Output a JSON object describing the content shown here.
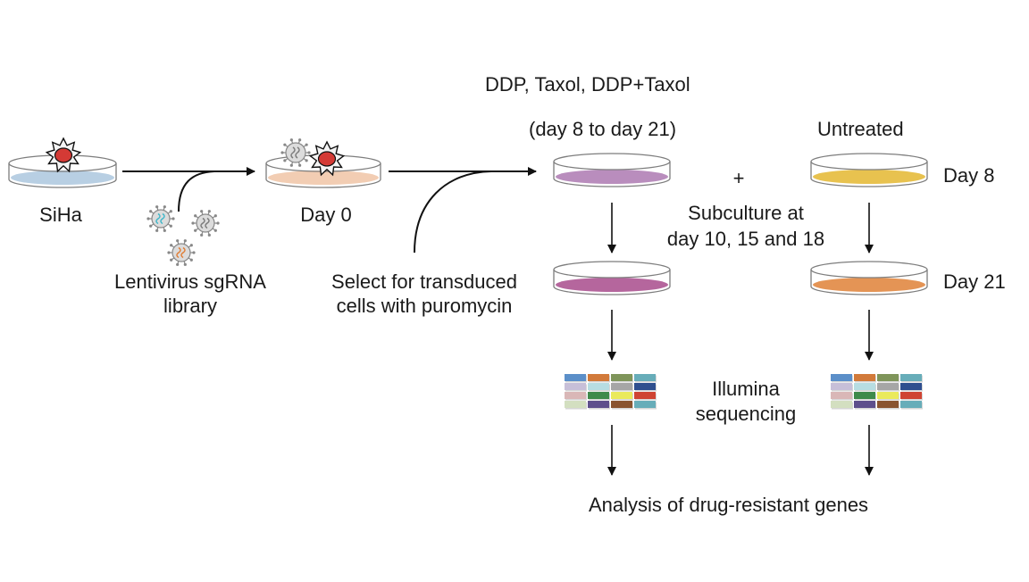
{
  "labels": {
    "siha": "SiHa",
    "lentivirus_line1": "Lentivirus sgRNA",
    "lentivirus_line2": "library",
    "day0": "Day 0",
    "select_line1": "Select for transduced",
    "select_line2": "cells with puromycin",
    "treatment": "DDP, Taxol, DDP+Taxol",
    "treatment_period": "(day 8 to day 21)",
    "untreated": "Untreated",
    "plus": "+",
    "subculture_line1": "Subculture at",
    "subculture_line2": "day 10, 15 and 18",
    "day8": "Day 8",
    "day21": "Day 21",
    "illumina_line1": "Illumina",
    "illumina_line2": "sequencing",
    "analysis": "Analysis of drug-resistant genes"
  },
  "colors": {
    "siha_medium": "#b8cfe3",
    "day0_medium": "#f2cdb3",
    "treated_day8_medium": "#b98dbd",
    "treated_day21_medium": "#b5669d",
    "untreated_day8_medium": "#e8c24f",
    "untreated_day21_medium": "#e49455",
    "cell_nucleus": "#d43a35",
    "virus_rna": [
      "#3fb7c9",
      "#7a7a7a",
      "#e07e36"
    ],
    "seq_grid": [
      [
        "#5b8fc9",
        "#d27a3a",
        "#7f955a",
        "#67adb9"
      ],
      [
        "#c7bfd8",
        "#b7dde2",
        "#a6a6a6",
        "#2f4f8f"
      ],
      [
        "#d9b7b7",
        "#3f8a4b",
        "#eaea5c",
        "#cf4433"
      ],
      [
        "#d3dfc0",
        "#5e4f8c",
        "#8a5430",
        "#67adb9"
      ]
    ]
  }
}
